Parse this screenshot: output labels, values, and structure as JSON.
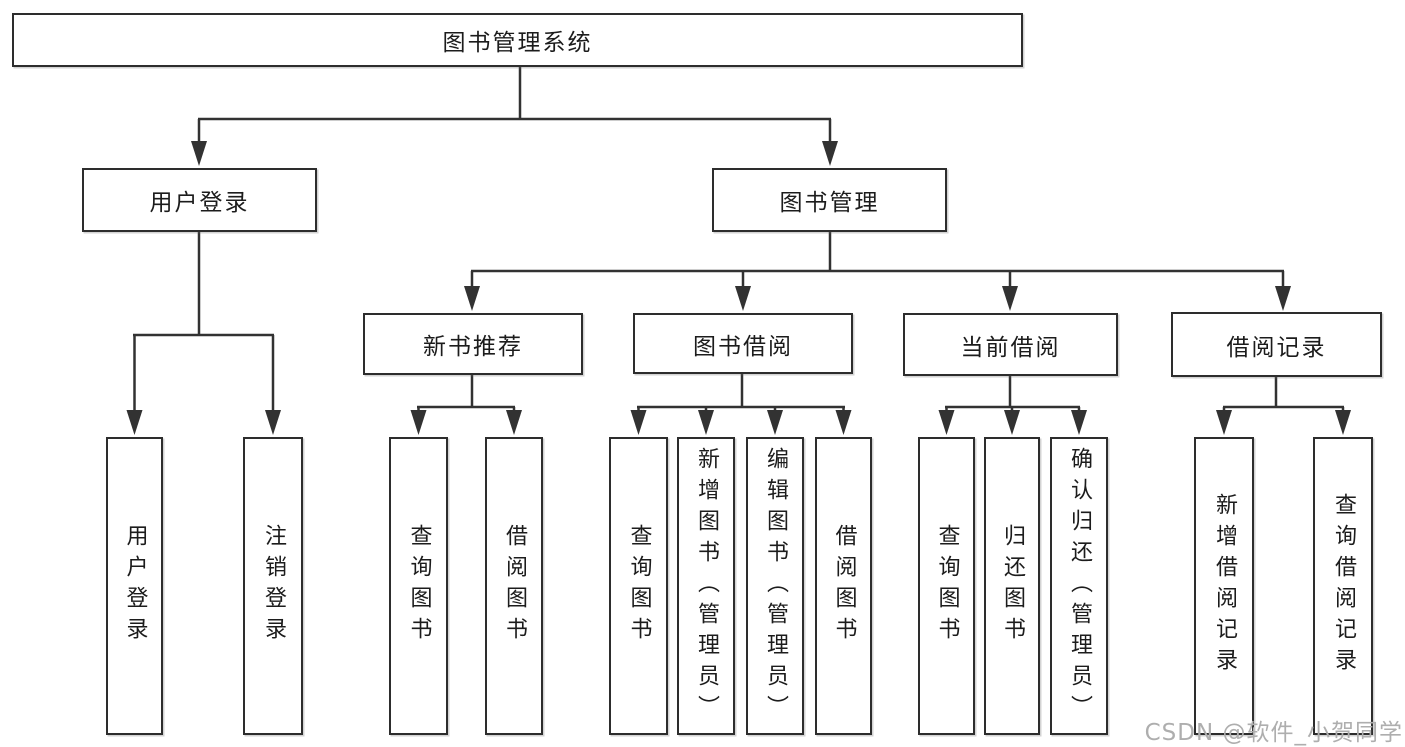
{
  "title": "图书管理系统",
  "watermark": "CSDN @软件_小贺同学",
  "colors": {
    "line": "#323232",
    "box_border": "#2d2d2d",
    "text": "#1c1c1c",
    "background": "#ffffff",
    "watermark": "#aeaeae"
  },
  "tree": {
    "label": "图书管理系统",
    "children": [
      {
        "label": "用户登录",
        "children": [
          {
            "label": "用户登录"
          },
          {
            "label": "注销登录"
          }
        ]
      },
      {
        "label": "图书管理",
        "children": [
          {
            "label": "新书推荐",
            "children": [
              {
                "label": "查询图书"
              },
              {
                "label": "借阅图书"
              }
            ]
          },
          {
            "label": "图书借阅",
            "children": [
              {
                "label": "查询图书"
              },
              {
                "label": "新增图书（管理员）"
              },
              {
                "label": "编辑图书（管理员）"
              },
              {
                "label": "借阅图书"
              }
            ]
          },
          {
            "label": "当前借阅",
            "children": [
              {
                "label": "查询图书"
              },
              {
                "label": "归还图书"
              },
              {
                "label": "确认归还（管理员）"
              }
            ]
          },
          {
            "label": "借阅记录",
            "children": [
              {
                "label": "新增借阅记录"
              },
              {
                "label": "查询借阅记录"
              }
            ]
          }
        ]
      }
    ]
  }
}
